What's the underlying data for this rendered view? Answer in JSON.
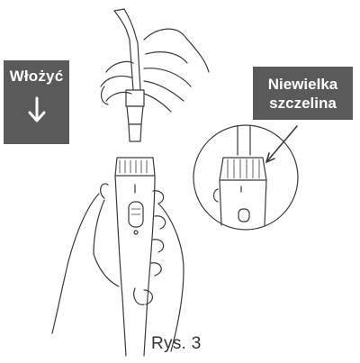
{
  "labels": {
    "insert": "Włożyć",
    "gap_line1": "Niewielka",
    "gap_line2": "szczelina"
  },
  "caption": "Rys. 3",
  "icons": {
    "insert_arrow": "down-arrow-icon"
  },
  "colors": {
    "label_background": "#5a5a5a",
    "label_text": "#ffffff",
    "line_art": "#3a3a3a"
  }
}
